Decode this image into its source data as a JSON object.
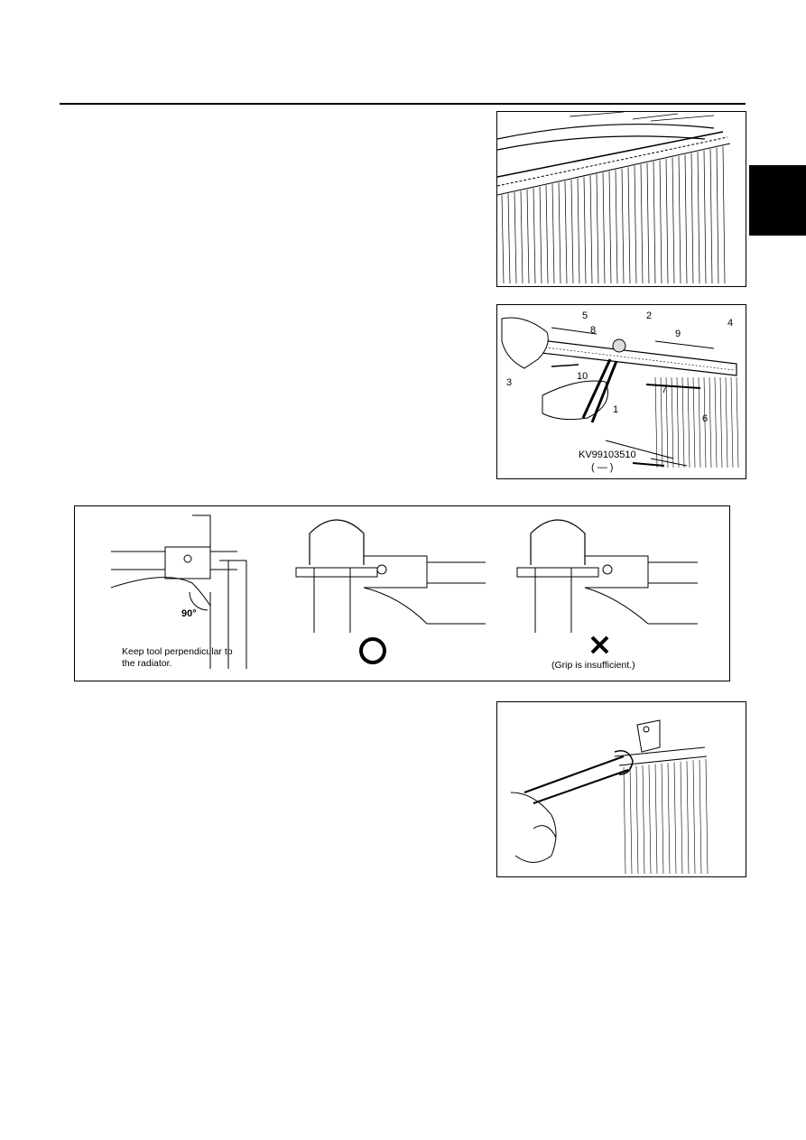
{
  "figure2": {
    "callouts": [
      "5",
      "2",
      "4",
      "8",
      "9",
      "3",
      "10",
      "1",
      "7",
      "6"
    ],
    "tool_number": "KV99103510",
    "tool_sub": "( — )"
  },
  "figure3": {
    "angle_label": "90°",
    "caption_left_line1": "Keep tool perpendicular to",
    "caption_left_line2": "the radiator.",
    "caption_right": "(Grip is insufficient.)"
  }
}
